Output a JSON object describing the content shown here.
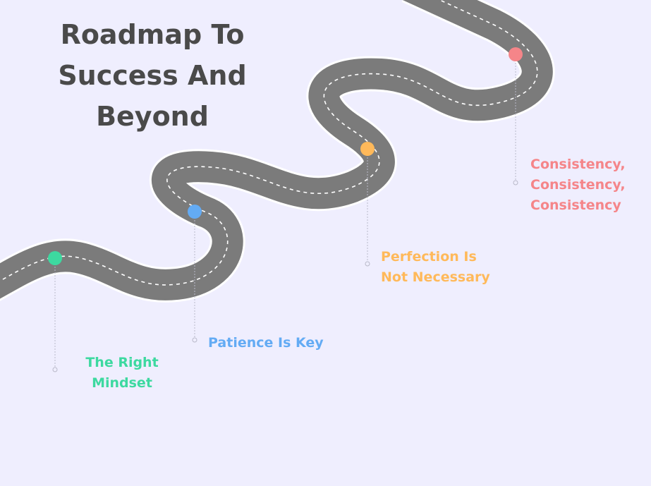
{
  "title": {
    "lines": [
      "Roadmap To",
      "Success And",
      "Beyond"
    ]
  },
  "milestones": [
    {
      "lines": [
        "The Right",
        "Mindset"
      ],
      "color": "#3dd9a0"
    },
    {
      "lines": [
        "Patience Is Key"
      ],
      "color": "#63abf4"
    },
    {
      "lines": [
        "Perfection Is",
        "Not Necessary"
      ],
      "color": "#ffb95a"
    },
    {
      "lines": [
        "Consistency,",
        "Consistency,",
        "Consistency"
      ],
      "color": "#f58589"
    }
  ],
  "colors": {
    "background": "#efeefe",
    "road": "#7b7b7b",
    "road_edge": "#ffffff",
    "road_marking": "#ffffff",
    "leader_line": "#b9b9c9",
    "title_text": "#4a4a4a"
  }
}
